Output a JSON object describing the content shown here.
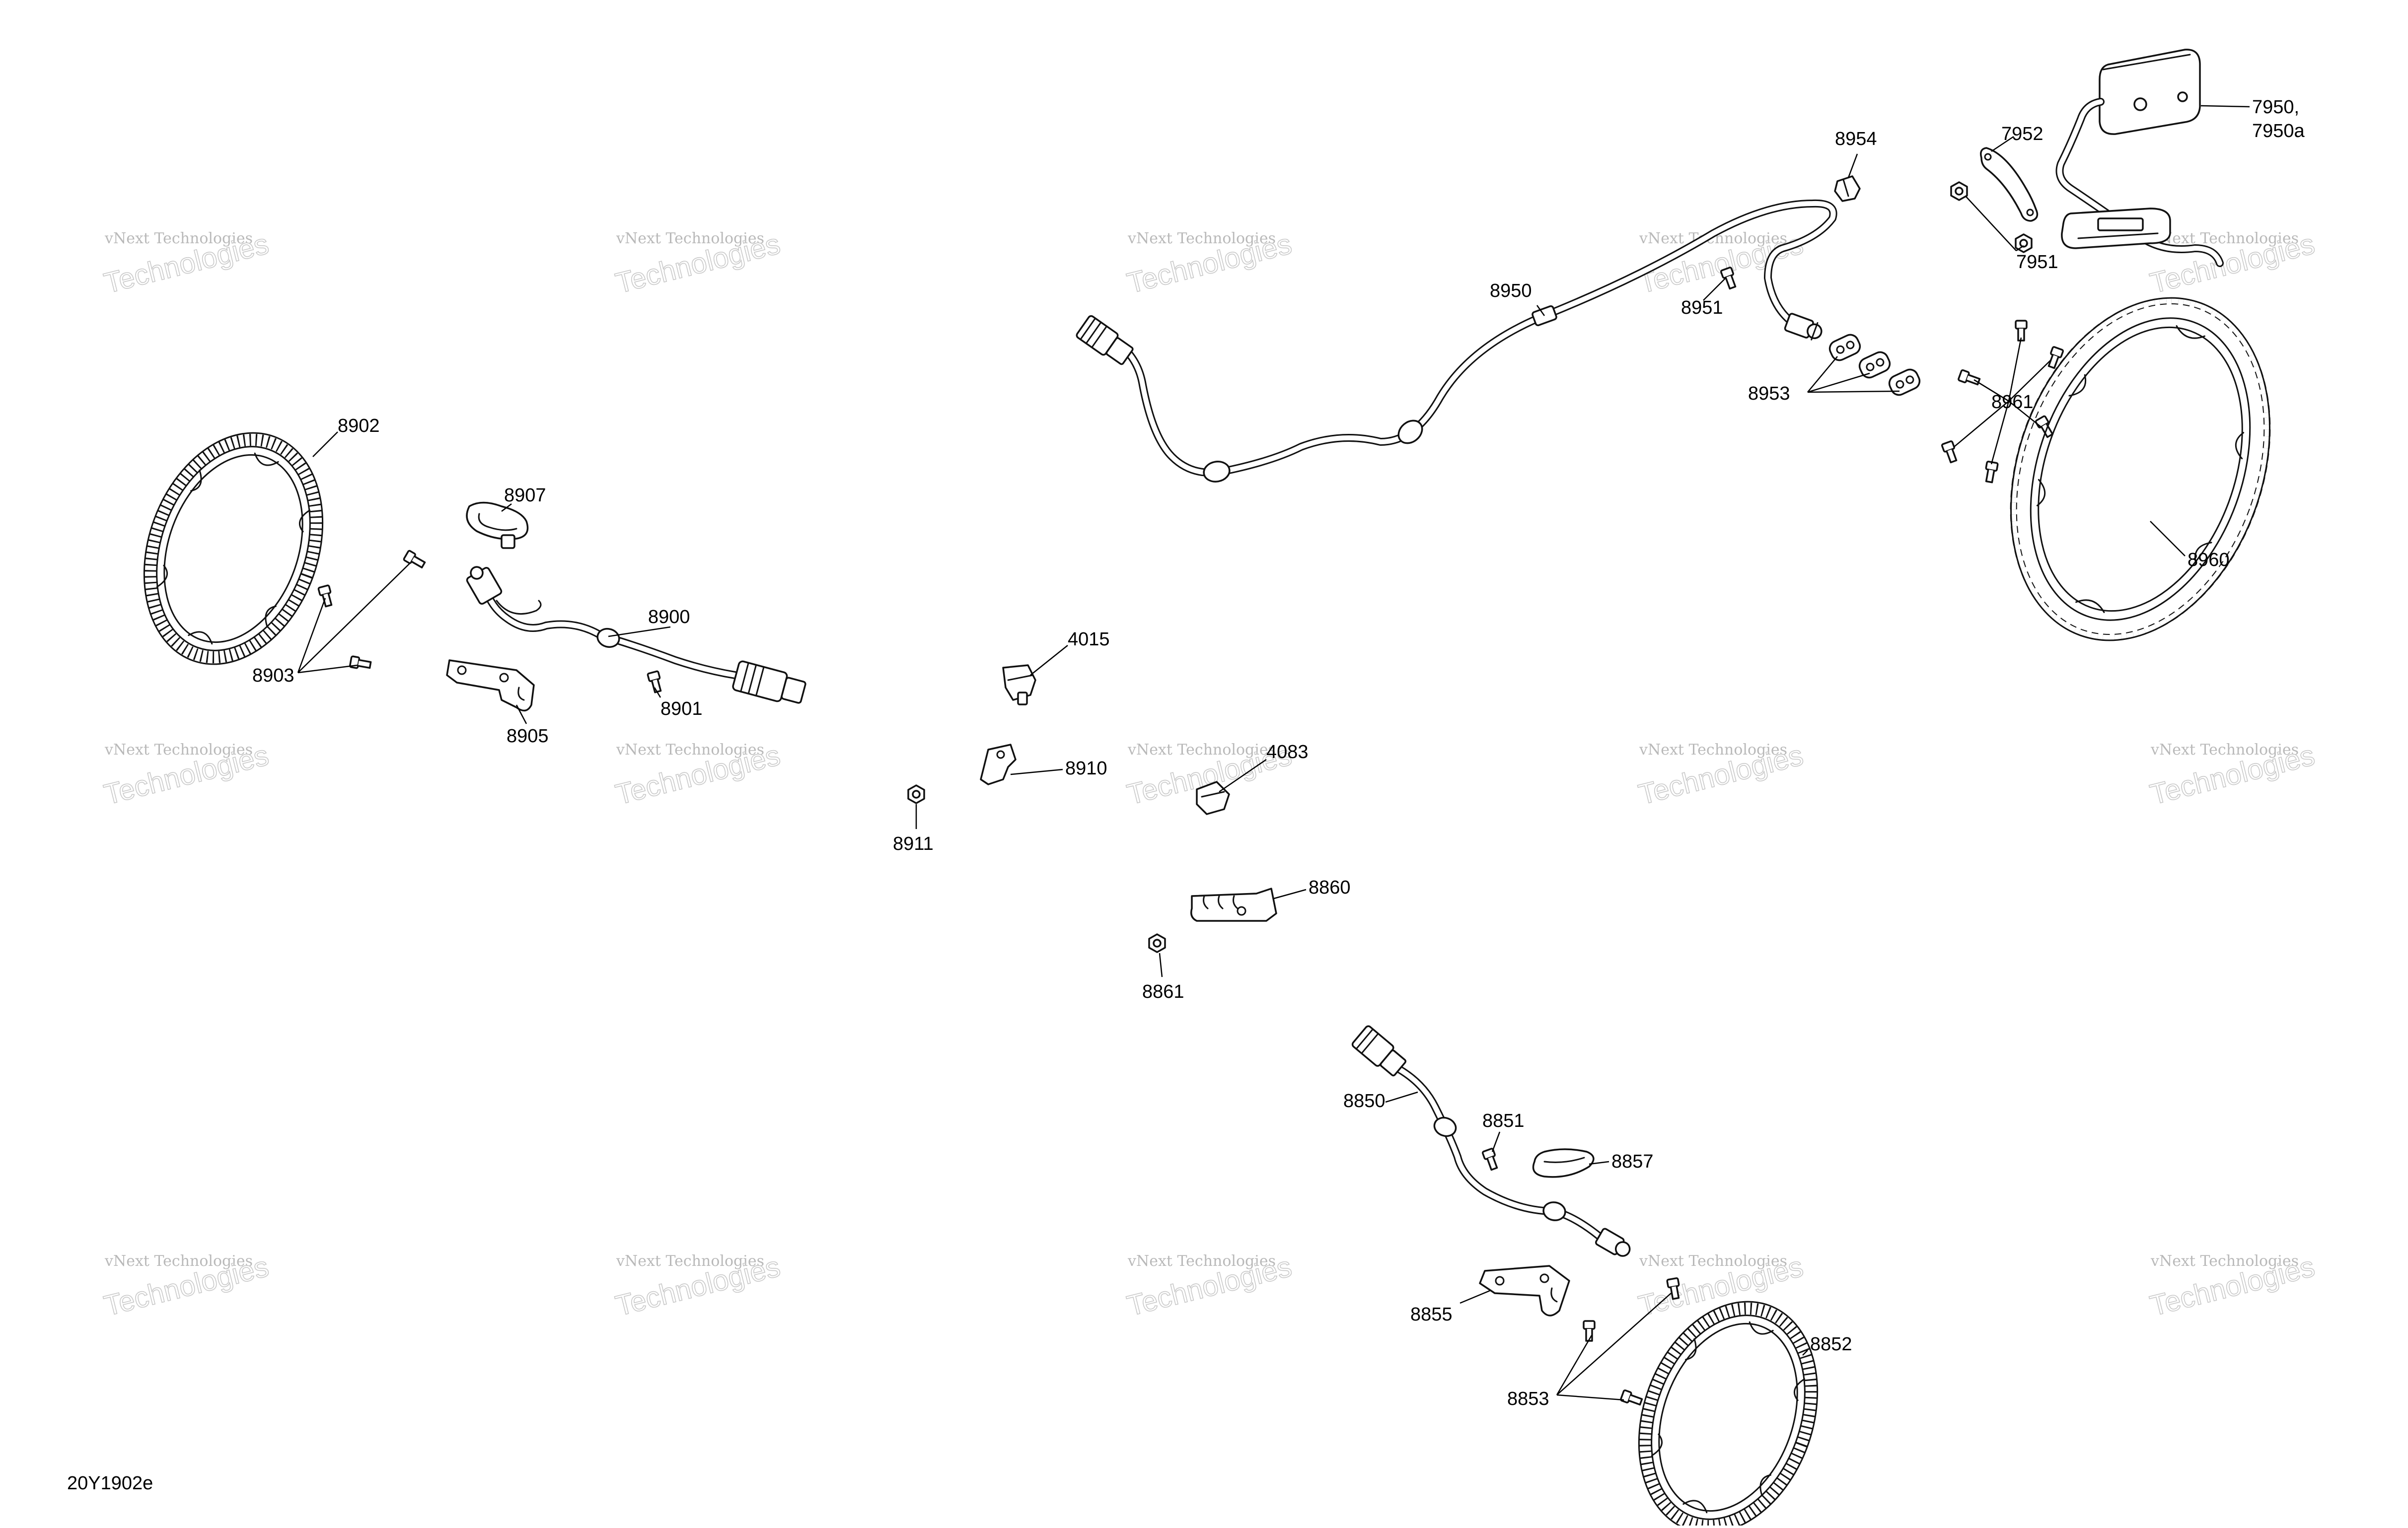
{
  "diagram": {
    "reference_code": "20Y1902e",
    "watermark": {
      "line1": "vNext Technologies",
      "line2": "Technologies"
    },
    "callouts": [
      {
        "id": "c7950",
        "text": "7950,"
      },
      {
        "id": "c7950a",
        "text": "7950a"
      },
      {
        "id": "c7952",
        "text": "7952"
      },
      {
        "id": "c7951",
        "text": "7951"
      },
      {
        "id": "c8954",
        "text": "8954"
      },
      {
        "id": "c8950",
        "text": "8950"
      },
      {
        "id": "c8951",
        "text": "8951"
      },
      {
        "id": "c8953",
        "text": "8953"
      },
      {
        "id": "c8961",
        "text": "8961"
      },
      {
        "id": "c8960",
        "text": "8960"
      },
      {
        "id": "c8902",
        "text": "8902"
      },
      {
        "id": "c8907",
        "text": "8907"
      },
      {
        "id": "c8900",
        "text": "8900"
      },
      {
        "id": "c8903",
        "text": "8903"
      },
      {
        "id": "c8901",
        "text": "8901"
      },
      {
        "id": "c8905",
        "text": "8905"
      },
      {
        "id": "c4015",
        "text": "4015"
      },
      {
        "id": "c8910",
        "text": "8910"
      },
      {
        "id": "c8911",
        "text": "8911"
      },
      {
        "id": "c4083",
        "text": "4083"
      },
      {
        "id": "c8860",
        "text": "8860"
      },
      {
        "id": "c8861",
        "text": "8861"
      },
      {
        "id": "c8850",
        "text": "8850"
      },
      {
        "id": "c8851",
        "text": "8851"
      },
      {
        "id": "c8857",
        "text": "8857"
      },
      {
        "id": "c8855",
        "text": "8855"
      },
      {
        "id": "c8852",
        "text": "8852"
      },
      {
        "id": "c8853",
        "text": "8853"
      }
    ]
  }
}
